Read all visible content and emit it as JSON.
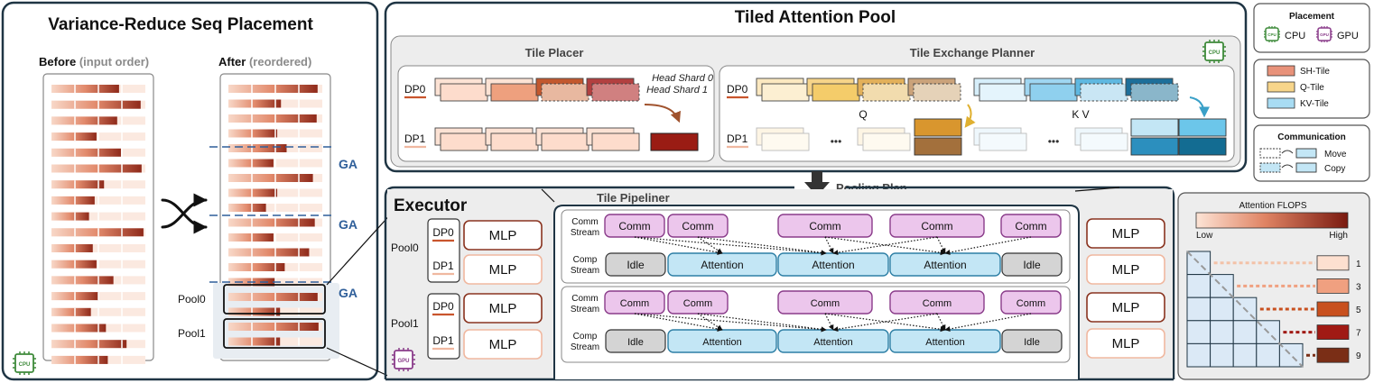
{
  "left": {
    "title": "Variance-Reduce Seq Placement",
    "before_label": "Before",
    "before_note": "(input order)",
    "after_label": "After",
    "after_note": "(reordered)",
    "ga_label": "GA",
    "pool0": "Pool0",
    "pool1": "Pool1",
    "cpu_chip": "CPU"
  },
  "pool": {
    "title": "Tiled Attention Pool",
    "tile_placer": "Tile Placer",
    "tile_exchange": "Tile Exchange Planner",
    "dp0": "DP0",
    "dp1": "DP1",
    "head_shard0": "Head Shard 0",
    "head_shard1": "Head Shard 1",
    "q": "Q",
    "kv": "K V",
    "dots": "•••",
    "cpu_chip": "CPU"
  },
  "pooling_plan": "Pooling Plan",
  "executor": {
    "title": "Executor",
    "pool0": "Pool0",
    "pool1": "Pool1",
    "dp0": "DP0",
    "dp1": "DP1",
    "mlp": "MLP",
    "gpu_chip": "GPU"
  },
  "pipeliner": {
    "title": "Tile Pipeliner",
    "comm_stream": [
      "Comm",
      "Stream"
    ],
    "comp_stream": [
      "Comp",
      "Stream"
    ],
    "comm": "Comm",
    "idle": "Idle",
    "attention": "Attention"
  },
  "legend": {
    "placement_title": "Placement",
    "cpu": "CPU",
    "gpu": "GPU",
    "sh_tile": "SH-Tile",
    "q_tile": "Q-Tile",
    "kv_tile": "KV-Tile",
    "comm_title": "Communication",
    "move": "Move",
    "copy": "Copy",
    "cpu_chip": "CPU",
    "gpu_chip": "GPU"
  },
  "flops": {
    "title": "Attention FLOPS",
    "low": "Low",
    "high": "High",
    "values": [
      "1",
      "3",
      "5",
      "7",
      "9"
    ]
  },
  "colors": {
    "border": "#1f3544",
    "sh_tile": "#e8927a",
    "q_tile": "#f7d58a",
    "kv_tile": "#a8dcf3",
    "comm_fill": "#ecc6ec",
    "comm_stroke": "#8a3c8a",
    "attention_fill": "#c3e6f5",
    "attention_stroke": "#2d7fa5",
    "idle_fill": "#d4d4d4",
    "ga_line": "#2f5f9a",
    "cpu_green": "#3e8a3a",
    "gpu_purple": "#8a3c8a",
    "dark_red": "#9a1c14"
  }
}
